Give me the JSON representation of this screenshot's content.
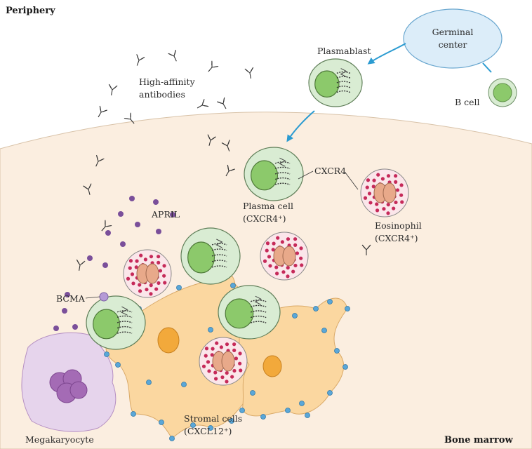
{
  "regions": {
    "periphery": "Periphery",
    "bone_marrow": "Bone marrow"
  },
  "labels": {
    "germinal_center_1": "Germinal",
    "germinal_center_2": "center",
    "plasmablast": "Plasmablast",
    "b_cell": "B cell",
    "antibodies_1": "High-affinity",
    "antibodies_2": "antibodies",
    "cxcr4": "CXCR4",
    "plasma_cell_1": "Plasma cell",
    "plasma_cell_2": "(CXCR4⁺)",
    "eosinophil_1": "Eosinophil",
    "eosinophil_2": "(CXCR4⁺)",
    "april": "APRIL",
    "bcma": "BCMA",
    "stromal_1": "Stromal cells",
    "stromal_2": "(CXCL12⁺)",
    "megakaryocyte": "Megakaryocyte"
  },
  "colors": {
    "marrow": "#fbeee0",
    "plasma_cell_fill": "#d9ecd3",
    "nucleus": "#8cc96b",
    "eosinophil_granule": "#c62a5a",
    "eosinophil_nucleus": "#e8a98a",
    "stromal": "#fbd7a0",
    "stromal_nucleus": "#f2a93b",
    "receptor": "#5aa7d8",
    "april_dot": "#7a4f9a",
    "megakaryocyte": "#e6d4ec",
    "megakaryocyte_nucleus": "#a46bb5",
    "arrow": "#2b9bd1"
  }
}
